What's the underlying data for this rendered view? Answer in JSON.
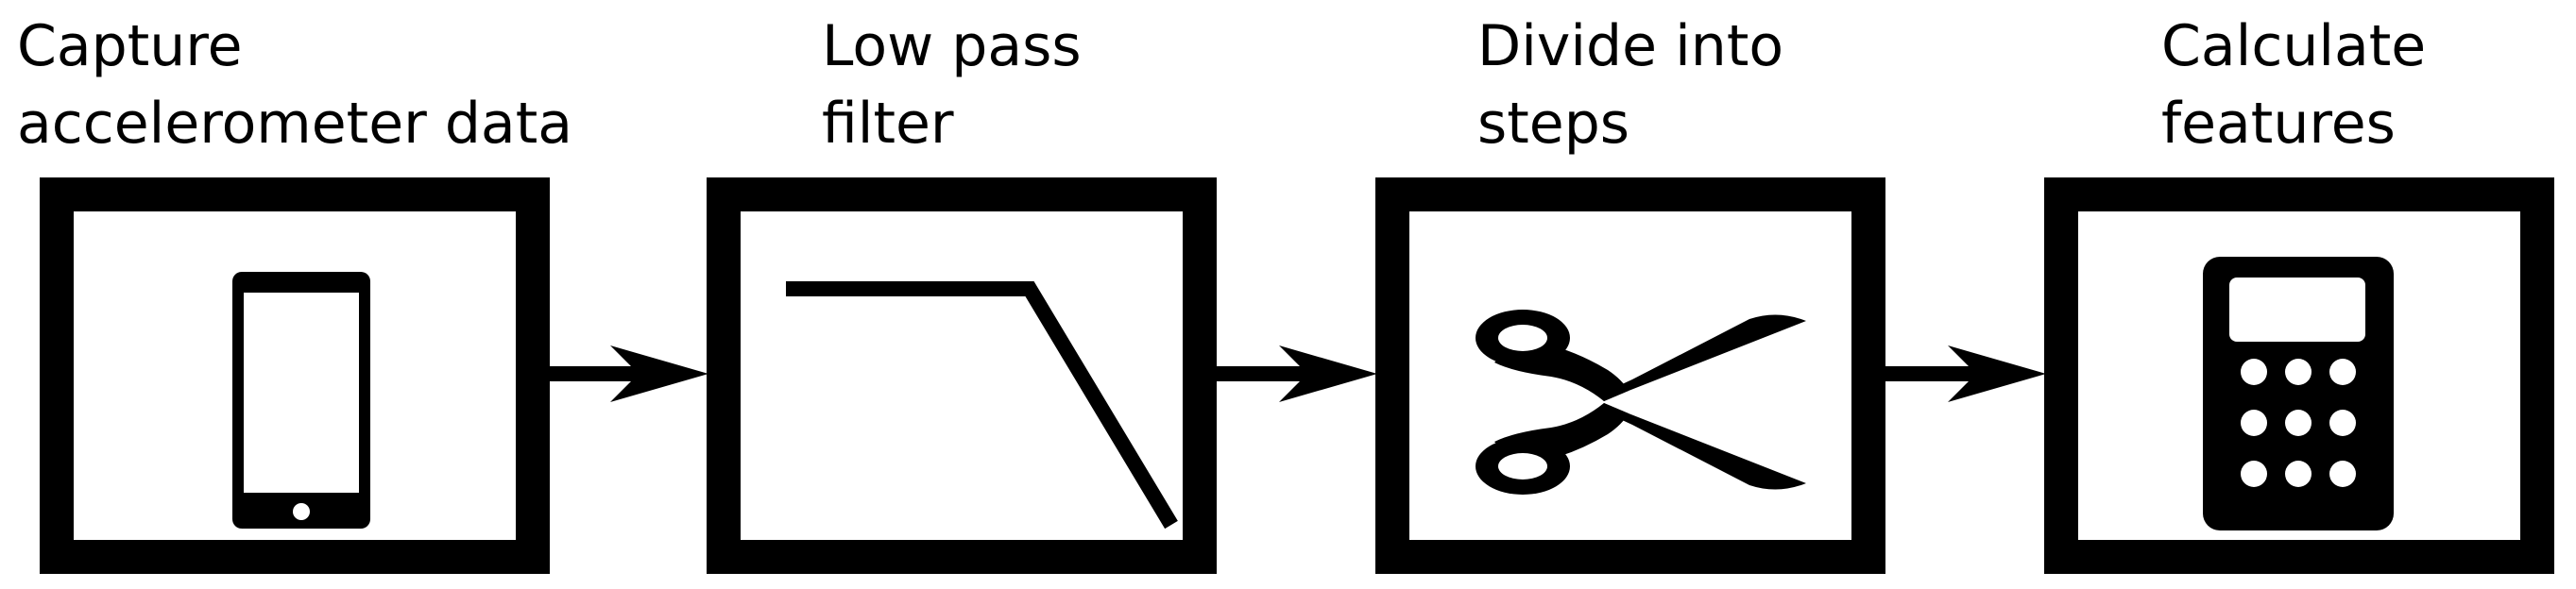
{
  "steps": [
    {
      "line1": "Capture",
      "line2": "accelerometer data",
      "icon": "smartphone-icon"
    },
    {
      "line1": "Low pass",
      "line2": "filter",
      "icon": "low-pass-filter-response-icon"
    },
    {
      "line1": "Divide into",
      "line2": "steps",
      "icon": "scissors-icon"
    },
    {
      "line1": "Calculate",
      "line2": "features",
      "icon": "calculator-icon"
    }
  ],
  "colors": {
    "stroke": "#000000",
    "background": "#ffffff"
  }
}
